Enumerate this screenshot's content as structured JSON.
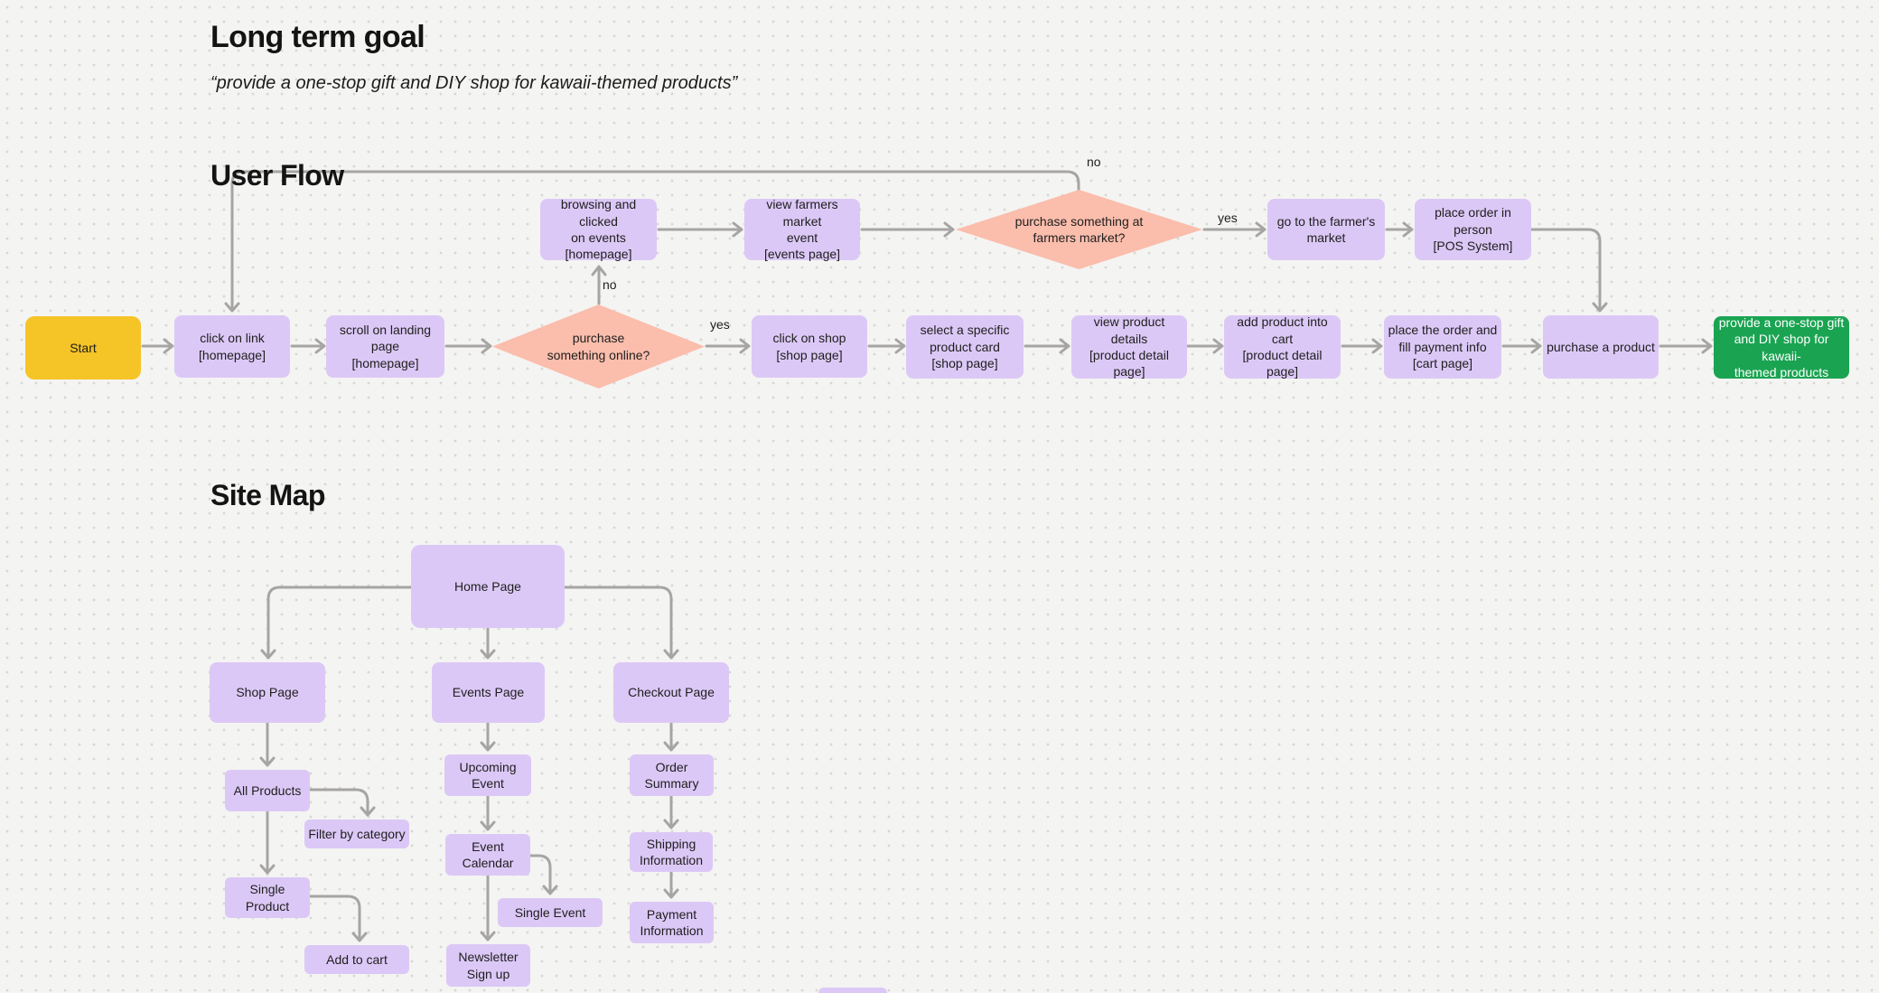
{
  "headings": {
    "long_term_goal": "Long term goal",
    "quote": "“provide a one-stop gift and DIY shop for kawaii-themed products”",
    "user_flow": "User Flow",
    "site_map": "Site Map"
  },
  "colors": {
    "background": "#F4F4F2",
    "dot_grid": "#D7D7D4",
    "node_purple": "#DCC8F6",
    "node_yellow": "#F5C427",
    "node_salmon": "#FBBDAC",
    "node_green": "#1AA452",
    "connector_gray": "#A6A5A3",
    "text_dark": "#1E1E1E"
  },
  "user_flow": {
    "labels": {
      "yes": "yes",
      "no": "no"
    },
    "nodes": {
      "start": {
        "label": "Start"
      },
      "click_on_link": {
        "label": "click on link\n[homepage]"
      },
      "scroll_landing_page": {
        "label": "scroll on landing\npage\n[homepage]"
      },
      "decision_purchase_online": {
        "label": "purchase\nsomething online?"
      },
      "click_on_shop": {
        "label": "click on shop\n[shop page]"
      },
      "select_product_card": {
        "label": "select a specific\nproduct card\n[shop page]"
      },
      "view_product_details": {
        "label": "view product details\n[product detail page]"
      },
      "add_product_to_cart": {
        "label": "add product into cart\n[product detail page]"
      },
      "place_order_fill_payment": {
        "label": "place the order and\nfill payment info\n[cart page]"
      },
      "purchase_a_product": {
        "label": "purchase a product"
      },
      "goal": {
        "label": "provide a one-stop gift\nand DIY shop for kawaii-\nthemed products"
      },
      "browsing_clicked_events": {
        "label": "browsing and clicked\non events\n[homepage]"
      },
      "view_farmers_market_event": {
        "label": "view farmers market\nevent\n[events page]"
      },
      "decision_purchase_market": {
        "label": "purchase something at\nfarmers market?"
      },
      "go_to_farmers_market": {
        "label": "go to the farmer's\nmarket"
      },
      "place_order_in_person": {
        "label": "place order in person\n[POS System]"
      }
    }
  },
  "site_map": {
    "nodes": {
      "home_page": {
        "label": "Home Page"
      },
      "shop_page": {
        "label": "Shop Page"
      },
      "events_page": {
        "label": "Events Page"
      },
      "checkout_page": {
        "label": "Checkout Page"
      },
      "all_products": {
        "label": "All Products"
      },
      "filter_by_category": {
        "label": "Filter by category"
      },
      "single_product": {
        "label": "Single Product"
      },
      "add_to_cart": {
        "label": "Add to cart"
      },
      "upcoming_event": {
        "label": "Upcoming\nEvent"
      },
      "event_calendar": {
        "label": "Event\nCalendar"
      },
      "single_event": {
        "label": "Single Event"
      },
      "newsletter_sign_up": {
        "label": "Newsletter\nSign up"
      },
      "order_summary": {
        "label": "Order\nSummary"
      },
      "shipping_information": {
        "label": "Shipping\nInformation"
      },
      "payment_information": {
        "label": "Payment\nInformation"
      }
    }
  }
}
